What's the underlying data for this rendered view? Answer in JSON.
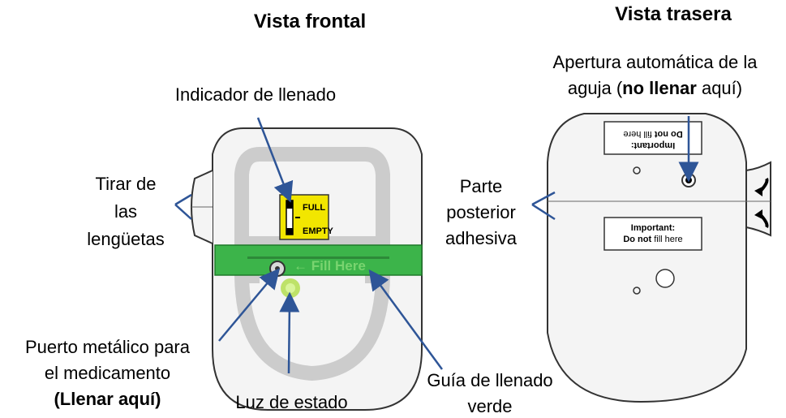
{
  "headings": {
    "front": "Vista frontal",
    "back": "Vista trasera"
  },
  "labels": {
    "fill_indicator": "Indicador de llenado",
    "pull_tabs_1": "Tirar de",
    "pull_tabs_2": "las",
    "pull_tabs_3": "lengüetas",
    "metal_port_1": "Puerto metálico para",
    "metal_port_2": "el medicamento",
    "metal_port_3": "(Llenar aquí)",
    "status_light": "Luz de estado",
    "green_guide_1": "Guía de llenado",
    "green_guide_2": "verde",
    "adhesive_1": "Parte",
    "adhesive_2": "posterior",
    "adhesive_3": "adhesiva",
    "needle_1": "Apertura automática de la",
    "needle_2a": "aguja (",
    "needle_2b": "no llenar",
    "needle_2c": " aquí)"
  },
  "device_text": {
    "full": "FULL",
    "empty": "EMPTY",
    "fill_here": "← Fill Here",
    "important": "Important:",
    "do_not": "Do not",
    "fill_here_lower": " fill here"
  },
  "colors": {
    "green": "#3cb44a",
    "yellow": "#f2e600",
    "callout_blue": "#2e5597",
    "status_light": "#b8e05a"
  }
}
